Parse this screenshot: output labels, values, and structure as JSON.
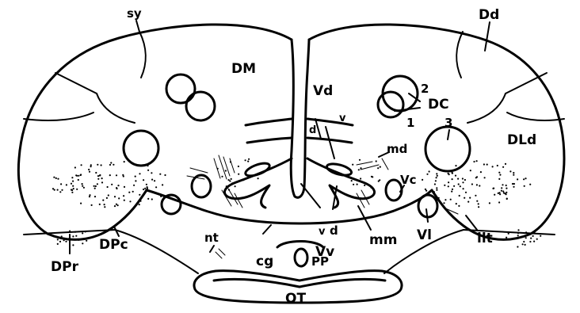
{
  "figure": {
    "labels": {
      "sy": "sy",
      "dm": "DM",
      "dd": "Dd",
      "vd": "Vd",
      "d_small": "d",
      "v_small": "v",
      "md": "md",
      "dc": "DC",
      "dc_1": "1",
      "dc_2": "2",
      "dc_3": "3",
      "dld": "DLd",
      "vc": "Vc",
      "vl": "Vl",
      "llt": "llt",
      "mm": "mm",
      "vv": "Vv",
      "v_lower": "v",
      "d_lower": "d",
      "cg": "cg",
      "pp": "PP",
      "nt": "nt",
      "dpc": "DPc",
      "dpr": "DPr",
      "ot": "OT"
    }
  }
}
